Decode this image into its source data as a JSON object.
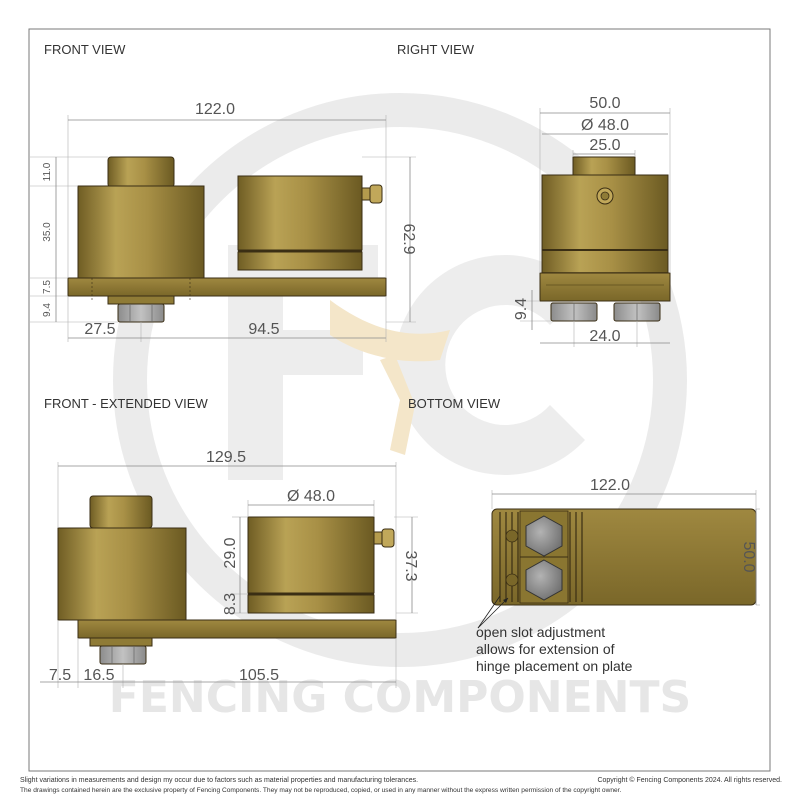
{
  "views": {
    "front": "FRONT VIEW",
    "right": "RIGHT VIEW",
    "extended": "FRONT - EXTENDED VIEW",
    "bottom": "BOTTOM VIEW"
  },
  "front_dims": {
    "overall": "122.0",
    "top_cap": "11.0",
    "body": "35.0",
    "plate": "7.5",
    "nut": "9.4",
    "height": "62.9",
    "left": "27.5",
    "right": "94.5"
  },
  "right_dims": {
    "width": "50.0",
    "diameter": "Ø 48.0",
    "cap": "25.0",
    "nut": "9.4",
    "spacing": "24.0"
  },
  "extended_dims": {
    "overall": "129.5",
    "diameter": "Ø 48.0",
    "body": "29.0",
    "lower": "8.3",
    "height": "37.3",
    "left": "7.5",
    "mid": "16.5",
    "right": "105.5"
  },
  "bottom_dims": {
    "length": "122.0",
    "width": "50.0"
  },
  "note": {
    "line1": "open slot adjustment",
    "line2": "allows for extension of",
    "line3": "hinge placement on plate"
  },
  "watermark": "FENCING COMPONENTS",
  "footer": {
    "left1": "Slight variations in measurements and design my occur due to factors such as material properties and manufacturing tolerances.",
    "left2": "The drawings contained herein are the exclusive property of Fencing Components. They may not be reproduced, copied, or used in any manner without the express written permission of the copyright owner.",
    "right": "Copyright © Fencing Components 2024. All rights reserved."
  },
  "colors": {
    "brass": "#a89046",
    "brass_dark": "#7d6a2c",
    "nut_grey": "#a6a6a6",
    "watermark": "#e6e6e6",
    "watermark_logo": "#f4e6c9"
  }
}
